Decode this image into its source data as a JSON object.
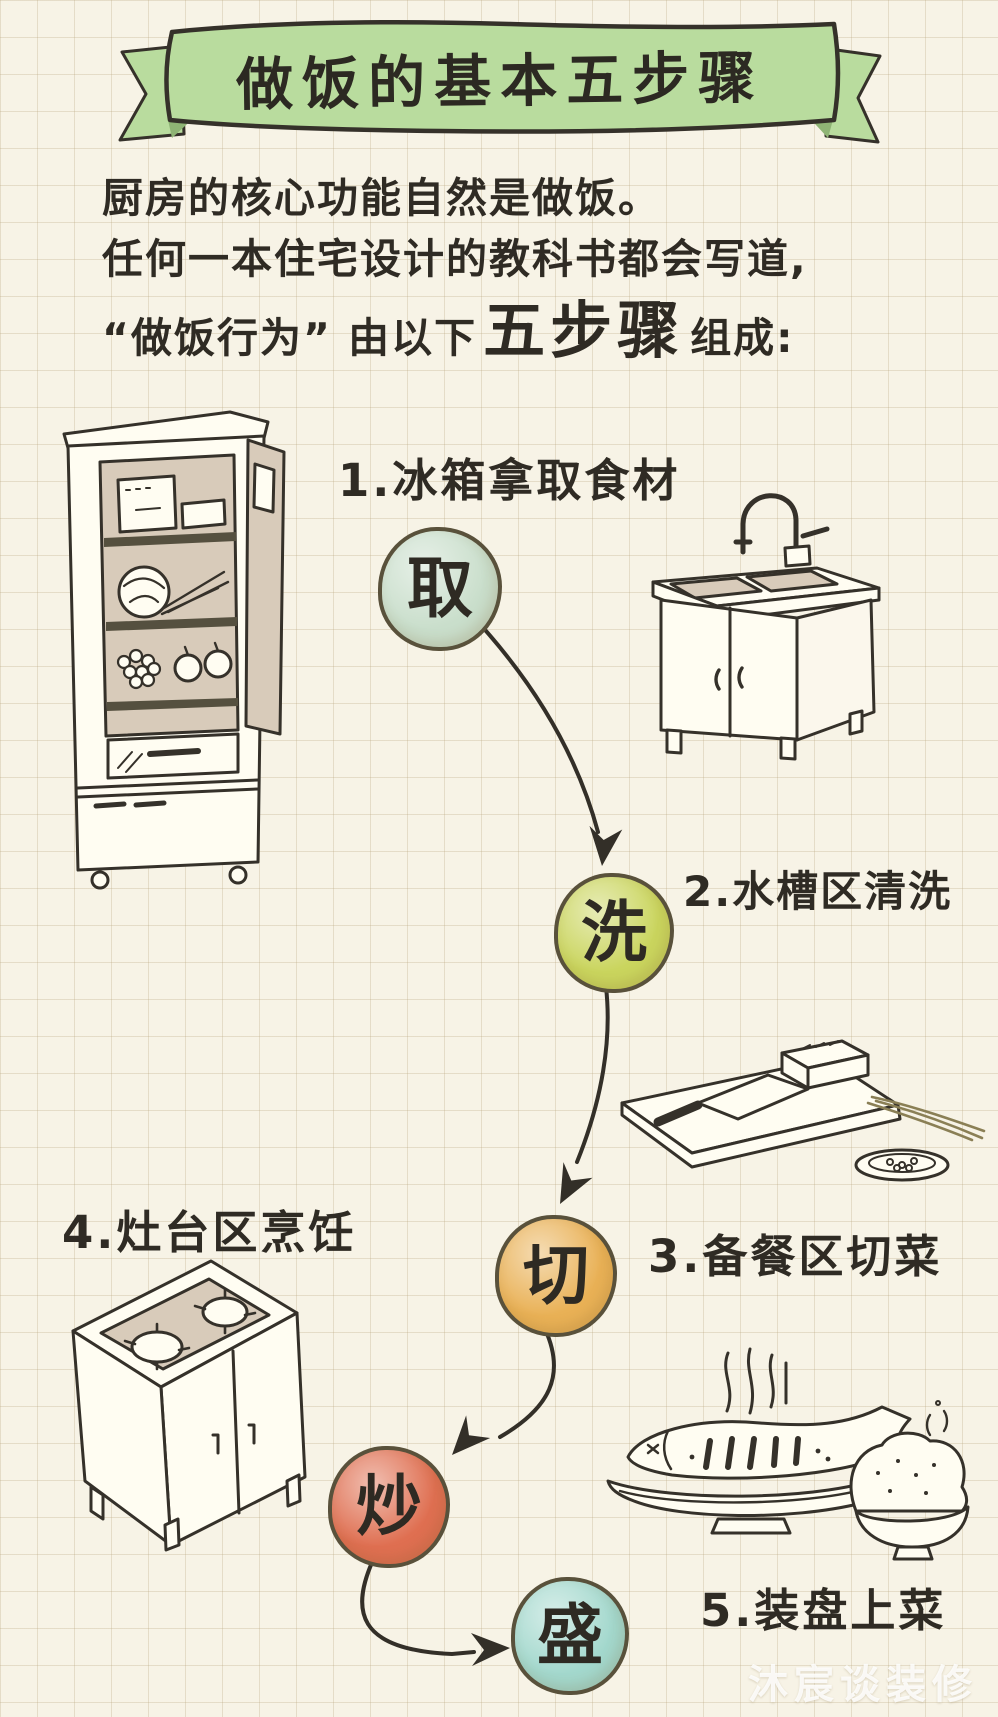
{
  "banner": {
    "title": "做饭的基本五步骤",
    "ribbon_color": "#b9dc9e"
  },
  "intro": {
    "line1": "厨房的核心功能自然是做饭。",
    "line2": "任何一本住宅设计的教科书都会写道,",
    "line3_prefix": "“做饭行为” 由以下",
    "line3_highlight": "五步骤",
    "line3_suffix": "组成:"
  },
  "steps": [
    {
      "label": "1.冰箱拿取食材",
      "verb": "取",
      "color": "#c9decb",
      "illustration": "refrigerator"
    },
    {
      "label": "2.水槽区清洗",
      "verb": "洗",
      "color": "#cad55e",
      "illustration": "sink-cabinet"
    },
    {
      "label": "3.备餐区切菜",
      "verb": "切",
      "color": "#e9b156",
      "illustration": "cutting-board"
    },
    {
      "label": "4.灶台区烹饪",
      "verb": "炒",
      "color": "#df6f51",
      "illustration": "stove-cabinet"
    },
    {
      "label": "5.装盘上菜",
      "verb": "盛",
      "color": "#a3d8cd",
      "illustration": "fish-dish-and-rice-bowl"
    }
  ],
  "watermark": "沐宸谈装修"
}
